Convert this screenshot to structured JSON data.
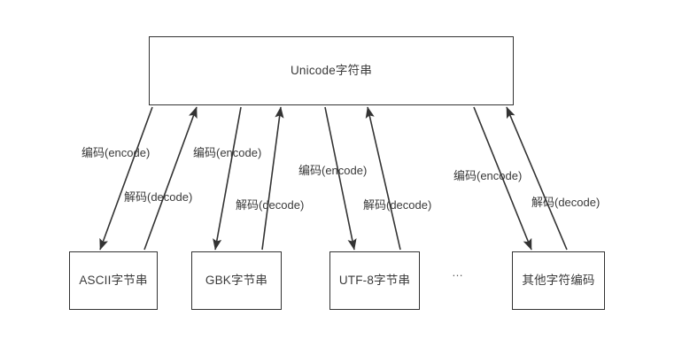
{
  "diagram": {
    "title_node": {
      "id": "unicode-string",
      "label": "Unicode字符串"
    },
    "target_nodes": [
      {
        "id": "ascii-byte-string",
        "label": "ASCII字节串"
      },
      {
        "id": "gbk-byte-string",
        "label": "GBK字节串"
      },
      {
        "id": "utf8-byte-string",
        "label": "UTF-8字节串"
      },
      {
        "id": "other-encoding",
        "label": "其他字符编码"
      }
    ],
    "ellipsis": "…",
    "edge_groups": [
      {
        "target": "ascii-byte-string",
        "encode_label": "编码(encode)",
        "decode_label": "解码(decode)"
      },
      {
        "target": "gbk-byte-string",
        "encode_label": "编码(encode)",
        "decode_label": "解码(decode)"
      },
      {
        "target": "utf8-byte-string",
        "encode_label": "编码(encode)",
        "decode_label": "解码(decode)"
      },
      {
        "target": "other-encoding",
        "encode_label": "编码(encode)",
        "decode_label": "解码(decode)"
      }
    ],
    "colors": {
      "stroke": "#333333",
      "text": "#3a3a3a",
      "background": "#ffffff"
    }
  }
}
